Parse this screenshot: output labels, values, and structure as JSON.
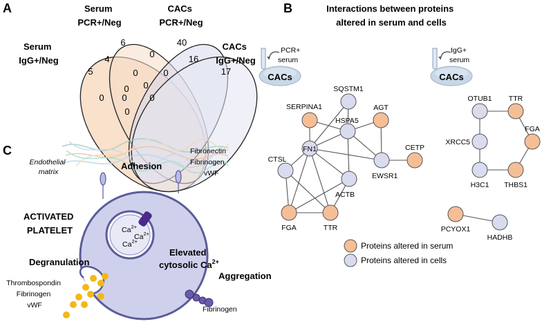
{
  "panels": {
    "a": "A",
    "b": "B",
    "c": "C"
  },
  "venn": {
    "sets": [
      {
        "label_lines": [
          "Serum",
          "IgG+/Neg"
        ],
        "color": "#f4c9a3"
      },
      {
        "label_lines": [
          "Serum",
          "PCR+/Neg"
        ],
        "color": "#f6dcc6"
      },
      {
        "label_lines": [
          "CACs",
          "PCR+/Neg"
        ],
        "color": "#d7d9ec"
      },
      {
        "label_lines": [
          "CACs",
          "IgG+/Neg"
        ],
        "color": "#e3e6f3"
      }
    ],
    "counts": [
      "5",
      "6",
      "40",
      "17",
      "4",
      "0",
      "16",
      "0",
      "0",
      "0",
      "0",
      "0",
      "0",
      "0",
      "0"
    ]
  },
  "network": {
    "title_lines": [
      "Interactions between proteins",
      "altered in serum and cells"
    ],
    "icon_pcr": {
      "text_lines": [
        "PCR+",
        "serum"
      ],
      "cell": "CACs"
    },
    "icon_igg": {
      "text_lines": [
        "IgG+",
        "serum"
      ],
      "cell": "CACs"
    },
    "colors": {
      "serum": "#f6be97",
      "cells": "#d9dbee",
      "stroke": "#555555"
    },
    "nodes": [
      {
        "id": "SQSTM1",
        "label": "SQSTM1",
        "type": "cells"
      },
      {
        "id": "SERPINA1",
        "label": "SERPINA1",
        "type": "serum"
      },
      {
        "id": "AGT",
        "label": "AGT",
        "type": "serum"
      },
      {
        "id": "FN1",
        "label": "FN1",
        "type": "cells"
      },
      {
        "id": "HSPA5",
        "label": "HSPA5",
        "type": "cells"
      },
      {
        "id": "CETP",
        "label": "CETP",
        "type": "serum"
      },
      {
        "id": "CTSL",
        "label": "CTSL",
        "type": "cells"
      },
      {
        "id": "EWSR1",
        "label": "EWSR1",
        "type": "cells"
      },
      {
        "id": "ACTB",
        "label": "ACTB",
        "type": "cells"
      },
      {
        "id": "FGA1",
        "label": "FGA",
        "type": "serum"
      },
      {
        "id": "TTR1",
        "label": "TTR",
        "type": "serum"
      },
      {
        "id": "OTUB1",
        "label": "OTUB1",
        "type": "cells"
      },
      {
        "id": "TTR2",
        "label": "TTR",
        "type": "serum"
      },
      {
        "id": "XRCC5",
        "label": "XRCC5",
        "type": "cells"
      },
      {
        "id": "FGA2",
        "label": "FGA",
        "type": "serum"
      },
      {
        "id": "H3C1",
        "label": "H3C1",
        "type": "cells"
      },
      {
        "id": "THBS1",
        "label": "THBS1",
        "type": "serum"
      },
      {
        "id": "PCYOX1",
        "label": "PCYOX1",
        "type": "serum"
      },
      {
        "id": "HADHB",
        "label": "HADHB",
        "type": "cells"
      }
    ],
    "edges": [
      [
        "SQSTM1",
        "FN1"
      ],
      [
        "SQSTM1",
        "HSPA5"
      ],
      [
        "SERPINA1",
        "FN1"
      ],
      [
        "SERPINA1",
        "HSPA5"
      ],
      [
        "AGT",
        "HSPA5"
      ],
      [
        "AGT",
        "EWSR1"
      ],
      [
        "FN1",
        "HSPA5"
      ],
      [
        "FN1",
        "CTSL"
      ],
      [
        "FN1",
        "ACTB"
      ],
      [
        "FN1",
        "EWSR1"
      ],
      [
        "FN1",
        "FGA1"
      ],
      [
        "FN1",
        "TTR1"
      ],
      [
        "HSPA5",
        "ACTB"
      ],
      [
        "HSPA5",
        "EWSR1"
      ],
      [
        "EWSR1",
        "CETP"
      ],
      [
        "CTSL",
        "FGA1"
      ],
      [
        "CTSL",
        "TTR1"
      ],
      [
        "FGA1",
        "ACTB"
      ],
      [
        "FGA1",
        "TTR1"
      ],
      [
        "ACTB",
        "TTR1"
      ],
      [
        "OTUB1",
        "TTR2"
      ],
      [
        "OTUB1",
        "XRCC5"
      ],
      [
        "TTR2",
        "FGA2"
      ],
      [
        "XRCC5",
        "H3C1"
      ],
      [
        "H3C1",
        "THBS1"
      ],
      [
        "FGA2",
        "THBS1"
      ],
      [
        "PCYOX1",
        "HADHB"
      ]
    ],
    "legend": [
      {
        "label": "Proteins altered in serum",
        "type": "serum"
      },
      {
        "label": "Proteins altered in cells",
        "type": "cells"
      }
    ]
  },
  "platelet": {
    "endothelial_lines": [
      "Endothelial",
      "matrix"
    ],
    "adhesion": "Adhesion",
    "adhesion_ligands": [
      "Fibronectin",
      "Fibrinogen",
      "vWF"
    ],
    "activated_lines": [
      "ACTIVATED",
      "PLATELET"
    ],
    "calcium_ions": [
      "Ca",
      "Ca",
      "Ca"
    ],
    "charge": "2+",
    "elevated_lines": [
      "Elevated",
      "cytosolic Ca"
    ],
    "degranulation": "Degranulation",
    "released": [
      "Thrombospondin",
      "Fibrinogen",
      "vWF"
    ],
    "aggregation": "Aggregation",
    "aggregation_ligand": "Fibrinogen",
    "colors": {
      "cell_fill": "#cfd1ec",
      "cell_stroke": "#5a5c99",
      "granule": "#f2b81a",
      "channel": "#4b2a8a"
    }
  }
}
